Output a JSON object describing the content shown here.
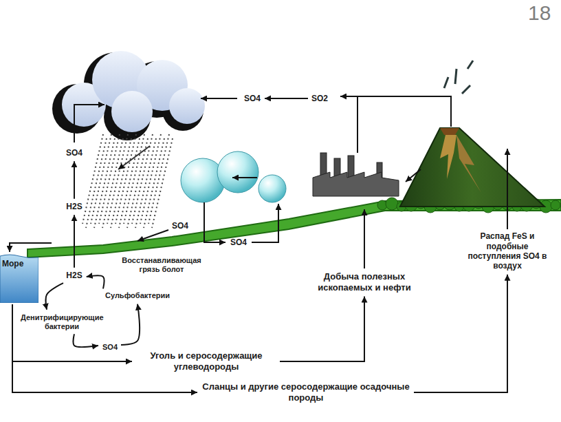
{
  "diagram": {
    "nodes": [
      {
        "text": [
          "SO4"
        ]
      },
      {
        "text": [
          "SO2"
        ]
      },
      {
        "text": [
          "SO4"
        ]
      },
      {
        "text": [
          "H2S"
        ]
      },
      {
        "text": [
          "SO4"
        ]
      },
      {
        "text": [
          "SO4"
        ]
      },
      {
        "text": [
          "Море"
        ]
      },
      {
        "text": [
          "H2S"
        ]
      },
      {
        "text": [
          "Восстанавливающая грязь болот"
        ]
      },
      {
        "text": [
          "Сульфобактерии"
        ]
      },
      {
        "text": [
          "Денитрифицирующие бактерии"
        ]
      },
      {
        "text": [
          "SO4"
        ]
      },
      {
        "text": [
          "Добыча полезных ископаемых и нефти"
        ]
      },
      {
        "text": [
          "Распад FeS и подобные поступления SO4 в воздух"
        ]
      },
      {
        "text": [
          "Уголь и серосодержащие углеводороды"
        ]
      },
      {
        "text": [
          "Сланцы и другие серосодержащие осадочные породы"
        ]
      }
    ],
    "edges": [
      {
        "from": 1,
        "to": 0,
        "arrow": "to"
      },
      {
        "from": 3,
        "to": 2,
        "arrow": "to"
      },
      {
        "from": 7,
        "to": 3,
        "arrow": "to"
      },
      {
        "from": 7,
        "to": 10,
        "arrow": "to"
      },
      {
        "from": 10,
        "to": 11,
        "arrow": "to"
      },
      {
        "from": 11,
        "to": 9,
        "arrow": "to"
      },
      {
        "from": 9,
        "to": 7,
        "arrow": "to"
      },
      {
        "from": 14,
        "to": 12,
        "arrow": "to"
      },
      {
        "from": 15,
        "to": 13,
        "arrow": "to"
      },
      {
        "from": 6,
        "to": 14,
        "arrow": "to"
      },
      {
        "from": 6,
        "to": 15,
        "arrow": "to"
      }
    ],
    "labels": [
      "18"
    ]
  }
}
